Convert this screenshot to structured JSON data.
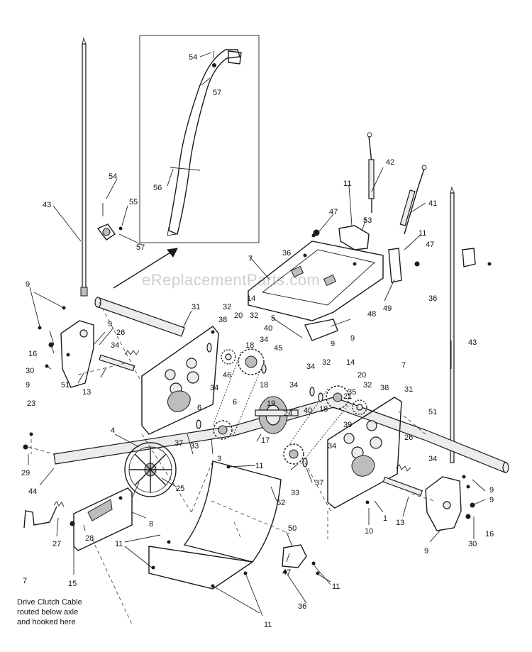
{
  "watermark": "eReplacementParts.com",
  "callouts": [
    "1",
    "3",
    "4",
    "5",
    "6",
    "7",
    "8",
    "9",
    "10",
    "11",
    "13",
    "14",
    "15",
    "16",
    "17",
    "18",
    "19",
    "20",
    "21",
    "23",
    "24",
    "25",
    "26",
    "27",
    "28",
    "29",
    "30",
    "31",
    "32",
    "33",
    "34",
    "35",
    "36",
    "37",
    "38",
    "39",
    "40",
    "41",
    "42",
    "43",
    "44",
    "45",
    "46",
    "47",
    "48",
    "49",
    "50",
    "51",
    "52",
    "53",
    "54",
    "55",
    "56",
    "57"
  ],
  "note": {
    "line1": "Drive Clutch Cable",
    "line2": "routed below axle",
    "line3": "and hooked here"
  },
  "colors": {
    "ink": "#1a1a1a",
    "background": "#ffffff",
    "watermark": "#cfcfcf"
  }
}
